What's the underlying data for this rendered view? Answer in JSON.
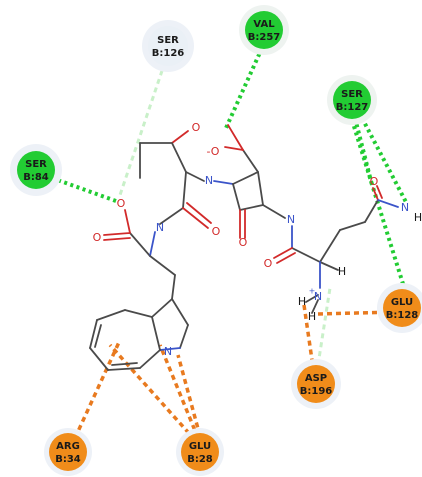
{
  "residues": [
    {
      "id": "ser126",
      "line1": "SER",
      "line2": "B:126",
      "kind": "weak-hbond",
      "color": "#eaf0f6"
    },
    {
      "id": "val257",
      "line1": "VAL",
      "line2": "B:257",
      "kind": "hbond",
      "color": "#22cc33"
    },
    {
      "id": "ser127",
      "line1": "SER",
      "line2": "B:127",
      "kind": "hbond",
      "color": "#22cc33"
    },
    {
      "id": "ser84",
      "line1": "SER",
      "line2": "B:84",
      "kind": "hbond",
      "color": "#22cc33"
    },
    {
      "id": "glu128",
      "line1": "GLU",
      "line2": "B:128",
      "kind": "electrostatic",
      "color": "#f08c1a"
    },
    {
      "id": "asp196",
      "line1": "ASP",
      "line2": "B:196",
      "kind": "electrostatic",
      "color": "#f08c1a"
    },
    {
      "id": "arg34",
      "line1": "ARG",
      "line2": "B:34",
      "kind": "pi",
      "color": "#f08c1a"
    },
    {
      "id": "glu28",
      "line1": "GLU",
      "line2": "B:28",
      "kind": "pi",
      "color": "#f08c1a"
    }
  ],
  "atoms": {
    "o_top": "O",
    "o_ester": "O",
    "o_carbonyl_left": "O",
    "n_amide_left": "N",
    "o_amide_left": "O",
    "n_ring": "N",
    "o_carboxylate": "-O",
    "o_ring_carbonyl": "O",
    "n_amide_mid": "N",
    "o_amide_mid": "O",
    "h_alpha": "H",
    "n_amine": "N",
    "n_amine_plus": "+",
    "h_amine_1": "H",
    "h_amine_2": "H",
    "o_side_carbonyl": "O",
    "n_side_amide": "N",
    "h_side_amide": "H",
    "n_indole": "N"
  },
  "colors": {
    "carbon_bond": "#4a4a4a",
    "oxygen": "#d22a2a",
    "nitrogen": "#3b54c9",
    "hydrogen": "#1a1a1a",
    "hbond": "#22cc33",
    "weak_hbond": "#c9f0c9",
    "electrostatic": "#e87a1f"
  }
}
